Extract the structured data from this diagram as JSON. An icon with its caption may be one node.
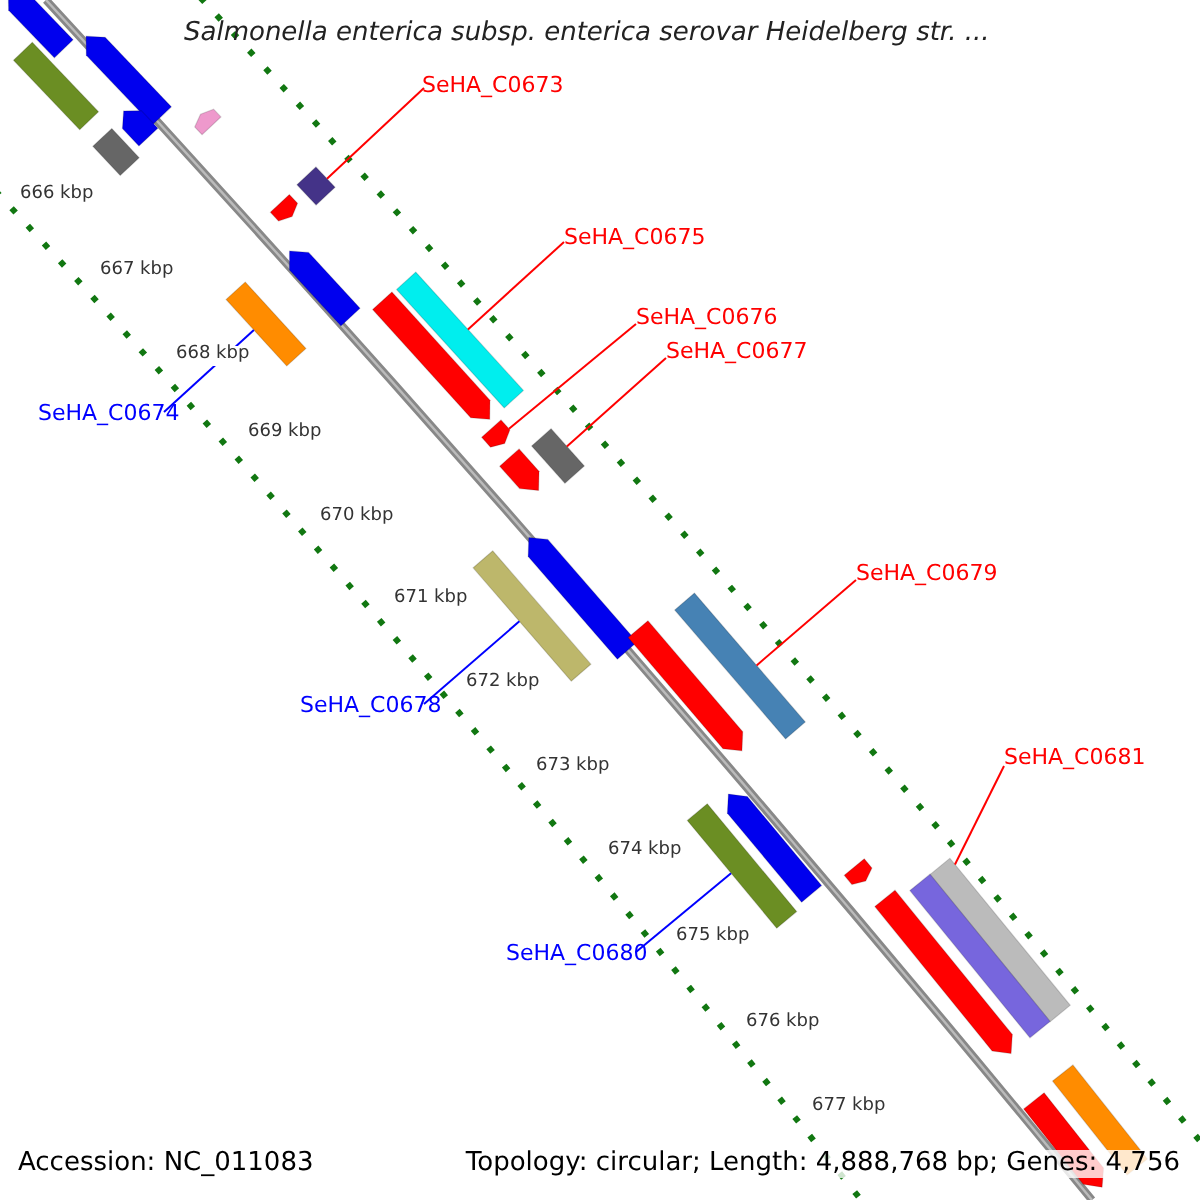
{
  "diagram": {
    "title": "Salmonella enterica subsp. enterica serovar Heidelberg str. ...",
    "nodes": [
      {
        "text": [
          "SeHA_C0673"
        ]
      },
      {
        "text": [
          "SeHA_C0675"
        ]
      },
      {
        "text": [
          "SeHA_C0676"
        ]
      },
      {
        "text": [
          "SeHA_C0677"
        ]
      },
      {
        "text": [
          "SeHA_C0674"
        ]
      },
      {
        "text": [
          "SeHA_C0679"
        ]
      },
      {
        "text": [
          "SeHA_C0678"
        ]
      },
      {
        "text": [
          "SeHA_C0681"
        ]
      },
      {
        "text": [
          "SeHA_C0680"
        ]
      },
      {
        "text": [],
        "shape": "bar"
      },
      {
        "text": [],
        "shape": "bar"
      },
      {
        "text": [],
        "shape": "bar"
      },
      {
        "text": [],
        "shape": "bar"
      },
      {
        "text": [],
        "shape": "bar"
      },
      {
        "text": [],
        "shape": "bar"
      },
      {
        "text": [],
        "shape": "bar"
      },
      {
        "text": [],
        "shape": "bar"
      },
      {
        "text": [],
        "shape": "bar"
      },
      {
        "text": [],
        "shape": "bar"
      },
      {
        "text": [],
        "shape": "bar"
      },
      {
        "text": [],
        "shape": "bar"
      },
      {
        "text": [],
        "shape": "bar"
      },
      {
        "text": [],
        "shape": "bar"
      },
      {
        "text": [],
        "shape": "bar"
      },
      {
        "text": [],
        "shape": "bar"
      },
      {
        "text": [],
        "shape": "bar"
      },
      {
        "text": [],
        "shape": "bar"
      },
      {
        "text": [],
        "shape": "bar"
      },
      {
        "text": [],
        "shape": "bar"
      },
      {
        "text": [],
        "shape": "bar"
      },
      {
        "text": [],
        "shape": "bar"
      },
      {
        "text": [],
        "shape": "bar"
      },
      {
        "text": [],
        "shape": "bar"
      },
      {
        "text": [],
        "shape": "bar"
      },
      {
        "text": [],
        "shape": "bar"
      },
      {
        "text": [],
        "shape": "bar"
      }
    ],
    "edges": [
      {
        "from": 0,
        "to": 15,
        "arrow": "none"
      },
      {
        "from": 1,
        "to": 19,
        "arrow": "none"
      },
      {
        "from": 2,
        "to": 21,
        "arrow": "none"
      },
      {
        "from": 3,
        "to": 22,
        "arrow": "none"
      },
      {
        "from": 4,
        "to": 18,
        "arrow": "none",
        "color": "#0000ff"
      },
      {
        "from": 5,
        "to": 26,
        "arrow": "none"
      },
      {
        "from": 6,
        "to": 24,
        "arrow": "none",
        "color": "#0000ff"
      },
      {
        "from": 7,
        "to": 31,
        "arrow": "none"
      },
      {
        "from": 8,
        "to": 29,
        "arrow": "none",
        "color": "#0000ff"
      }
    ],
    "labels": [
      "666 kbp",
      "667 kbp",
      "668 kbp",
      "669 kbp",
      "670 kbp",
      "671 kbp",
      "672 kbp",
      "673 kbp",
      "674 kbp",
      "675 kbp",
      "676 kbp",
      "677 kbp",
      "Accession: NC_011083",
      "Topology: circular; Length: 4,888,768 bp; Genes: 4,756"
    ]
  }
}
